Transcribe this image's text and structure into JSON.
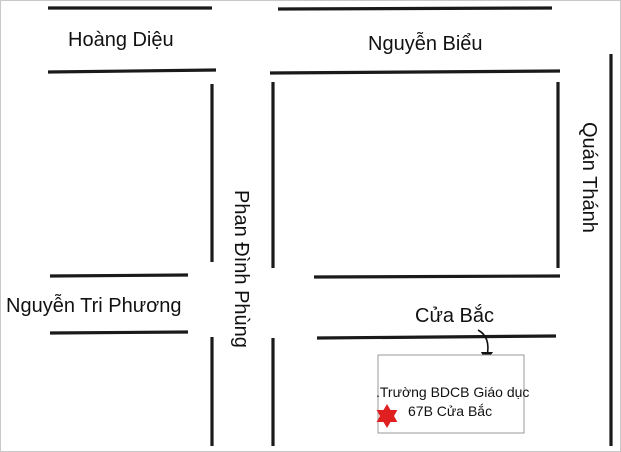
{
  "streets": {
    "hoang_dieu": "Hoàng Diệu",
    "nguyen_bieu": "Nguyễn Biểu",
    "quan_thanh": "Quán Thánh",
    "phan_dinh_phung": "Phan Đình Phùng",
    "nguyen_tri_phuong": "Nguyễn Tri Phương",
    "cua_bac": "Cửa Bắc"
  },
  "destination": {
    "name": ".Trường BDCB Giáo dục",
    "address": "67B Cửa Bắc",
    "marker_icon": "red-star-icon",
    "marker_color": "#e02020"
  },
  "colors": {
    "road": "#1a1a1a",
    "text": "#111111"
  }
}
